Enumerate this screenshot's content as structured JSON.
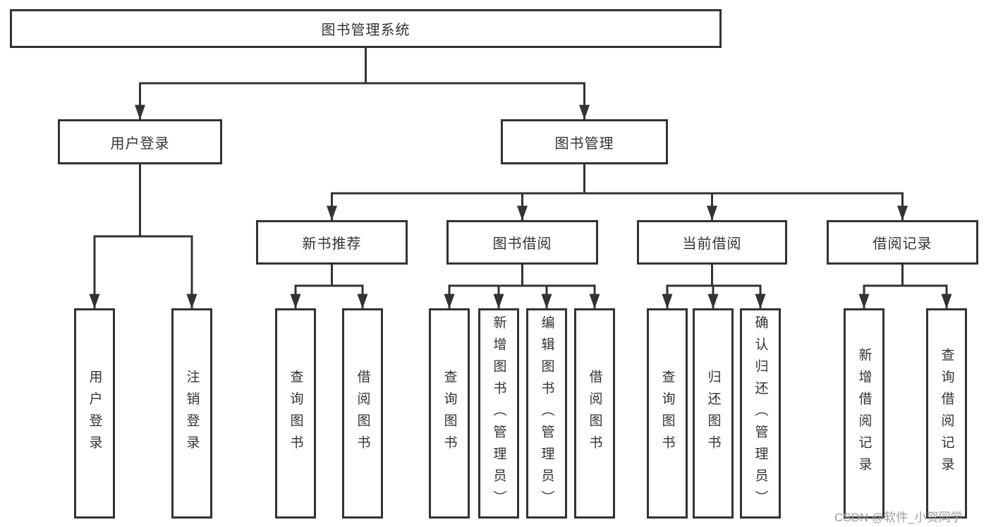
{
  "tree": {
    "label": "图书管理系统",
    "children": [
      {
        "label": "用户登录",
        "children": [
          {
            "label": "用户登录"
          },
          {
            "label": "注销登录"
          }
        ]
      },
      {
        "label": "图书管理",
        "children": [
          {
            "label": "新书推荐",
            "children": [
              {
                "label": "查询图书"
              },
              {
                "label": "借阅图书"
              }
            ]
          },
          {
            "label": "图书借阅",
            "children": [
              {
                "label": "查询图书"
              },
              {
                "label": "新增图书（管理员）"
              },
              {
                "label": "编辑图书（管理员）"
              },
              {
                "label": "借阅图书"
              }
            ]
          },
          {
            "label": "当前借阅",
            "children": [
              {
                "label": "查询图书"
              },
              {
                "label": "归还图书"
              },
              {
                "label": "确认归还（管理员）"
              }
            ]
          },
          {
            "label": "借阅记录",
            "children": [
              {
                "label": "新增借阅记录"
              },
              {
                "label": "查询借阅记录"
              }
            ]
          }
        ]
      }
    ]
  },
  "watermark": {
    "text": "CSDN @软件_小贺同学"
  },
  "colors": {
    "line": "#333333",
    "text": "#333333",
    "box_fill": "#ffffff",
    "watermark": "#9e9e9e",
    "background": "#ffffff"
  }
}
